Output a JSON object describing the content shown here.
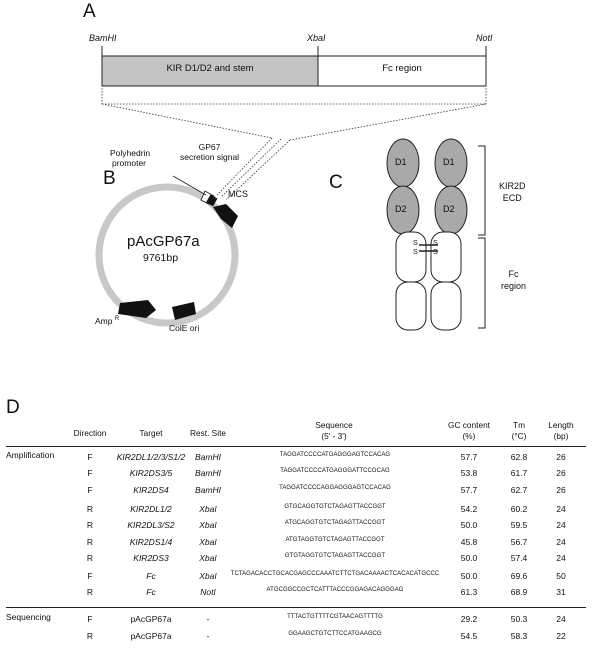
{
  "panels": {
    "a": "A",
    "b": "B",
    "c": "C",
    "d": "D"
  },
  "panel_a": {
    "site_left": "BamHI",
    "site_mid": "XbaI",
    "site_right": "NotI",
    "box_left": "KIR D1/D2 and stem",
    "box_right": "Fc region"
  },
  "panel_b": {
    "name": "pAcGP67a",
    "size": "9761bp",
    "promoter_line1": "Polyhedrin",
    "promoter_line2": "promoter",
    "signal_line1": "GP67",
    "signal_line2": "secretion signal",
    "mcs": "MCS",
    "amp": "Amp",
    "amp_sup": "R",
    "ori": "ColE ori"
  },
  "panel_c": {
    "d1_left": "D1",
    "d1_right": "D1",
    "d2_left": "D2",
    "d2_right": "D2",
    "ss_left_1": "S",
    "ss_left_2": "S",
    "ss_right_1": "S",
    "ss_right_2": "S",
    "ecd_line1": "KIR2D",
    "ecd_line2": "ECD",
    "fc_line1": "Fc",
    "fc_line2": "region"
  },
  "table": {
    "headers": {
      "direction": "Direction",
      "target": "Target",
      "site": "Rest. Site",
      "seq_line1": "Sequence",
      "seq_line2": "(5' - 3')",
      "gc_line1": "GC content",
      "gc_line2": "(%)",
      "tm_line1": "Tm",
      "tm_line2": "(°C)",
      "len_line1": "Length",
      "len_line2": "(bp)"
    },
    "sections": [
      {
        "label": "Amplification",
        "rows": [
          {
            "dir": "F",
            "target": "KIR2DL1/2/3/S1/2",
            "site": "BamHI",
            "seq": "TAGGATCCCCATGAGGGAGTCCACAG",
            "gc": "57.7",
            "tm": "62.8",
            "len": "26"
          },
          {
            "dir": "F",
            "target": "KIR2DS3/5",
            "site": "BamHI",
            "seq": "TAGGATCCCCATGAGGGATTCCGCAG",
            "gc": "53.8",
            "tm": "61.7",
            "len": "26"
          },
          {
            "dir": "F",
            "target": "KIR2DS4",
            "site": "BamHI",
            "seq": "TAGGATCCCCAGGAGGGAGTCCACAG",
            "gc": "57.7",
            "tm": "62.7",
            "len": "26"
          },
          {
            "dir": "R",
            "target": "KIR2DL1/2",
            "site": "XbaI",
            "seq": "GTGCAGGTGTCTAGAGTTACCGGT",
            "gc": "54.2",
            "tm": "60.2",
            "len": "24"
          },
          {
            "dir": "R",
            "target": "KIR2DL3/S2",
            "site": "XbaI",
            "seq": "ATGCAGGTGTCTAGAGTTACCGGT",
            "gc": "50.0",
            "tm": "59.5",
            "len": "24"
          },
          {
            "dir": "R",
            "target": "KIR2DS1/4",
            "site": "XbaI",
            "seq": "ATGTAGGTGTCTAGAGTTACCGGT",
            "gc": "45.8",
            "tm": "56.7",
            "len": "24"
          },
          {
            "dir": "R",
            "target": "KIR2DS3",
            "site": "XbaI",
            "seq": "GTGTAGGTGTCTAGAGTTACCGGT",
            "gc": "50.0",
            "tm": "57.4",
            "len": "24"
          },
          {
            "dir": "F",
            "target": "Fc",
            "site": "XbaI",
            "seq": "TCTAGACACCTGCACGAGCCCAAATCTTCTGACAAAACTCACACATGCCC",
            "gc": "50.0",
            "tm": "69.6",
            "len": "50"
          },
          {
            "dir": "R",
            "target": "Fc",
            "site": "NotI",
            "seq": "ATGCGGCCGCTCATTTACCCGGAGACAGGGAG",
            "gc": "61.3",
            "tm": "68.9",
            "len": "31"
          }
        ]
      },
      {
        "label": "Sequencing",
        "rows": [
          {
            "dir": "F",
            "target": "pAcGP67a",
            "site": "-",
            "seq": "TTTACTGTTTTCGTAACAGTTTTG",
            "gc": "29.2",
            "tm": "50.3",
            "len": "24"
          },
          {
            "dir": "R",
            "target": "pAcGP67a",
            "site": "-",
            "seq": "GGAAGCTGTCTTCCATGAAGCG",
            "gc": "54.5",
            "tm": "58.3",
            "len": "22"
          }
        ]
      }
    ]
  },
  "colors": {
    "gray_fill": "#c4c4c4",
    "domain_fill": "#a9a9a9",
    "plasmid_ring": "#c8c8c8",
    "arrow": "#111111"
  }
}
